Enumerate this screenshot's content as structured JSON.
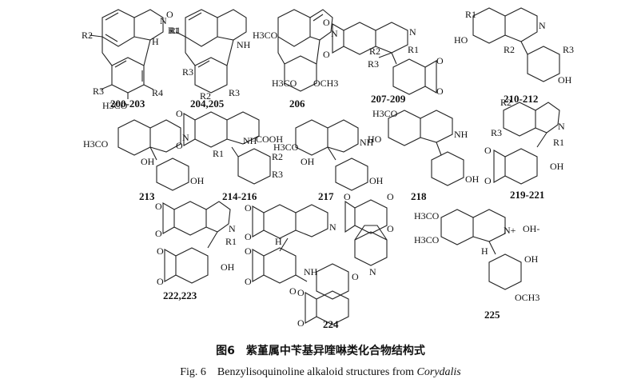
{
  "caption": {
    "cn": "图6　紫堇属中苄基异喹啉类化合物结构式",
    "en_prefix": "Fig. 6　Benzylisoquinoline alkaloid structures from ",
    "en_genus": "Corydalis"
  },
  "compounds": [
    {
      "id": "200-203",
      "labels": [
        "R2",
        "N",
        "O",
        "R1",
        "H",
        "R3",
        "H3CO",
        "R4"
      ]
    },
    {
      "id": "204,205",
      "labels": [
        "R1",
        "NH",
        "R3",
        "R2",
        "R3"
      ]
    },
    {
      "id": "206",
      "labels": [
        "N",
        "H3CO",
        "H3CO",
        "OCH3"
      ]
    },
    {
      "id": "207-209",
      "labels": [
        "O",
        "O",
        "N",
        "R2",
        "R3",
        "R1",
        "O",
        "O"
      ]
    },
    {
      "id": "210-212",
      "labels": [
        "R1",
        "HO",
        "N",
        "R2",
        "R3",
        "OH"
      ]
    },
    {
      "id": "213",
      "labels": [
        "H3CO",
        "OH",
        "N",
        "OH"
      ]
    },
    {
      "id": "214-216",
      "labels": [
        "O",
        "O",
        "R1",
        "NH",
        "COOH",
        "R2",
        "R3"
      ]
    },
    {
      "id": "217",
      "labels": [
        "H3CO",
        "OH",
        "NH",
        "OH"
      ]
    },
    {
      "id": "218",
      "labels": [
        "H3CO",
        "HO",
        "NH",
        "OH"
      ]
    },
    {
      "id": "219-221",
      "labels": [
        "R2",
        "R3",
        "N",
        "R1",
        "O",
        "O",
        "OH"
      ]
    },
    {
      "id": "222,223",
      "labels": [
        "O",
        "O",
        "N",
        "R1",
        "O",
        "O",
        "OH"
      ]
    },
    {
      "id": "224",
      "labels": [
        "O",
        "O",
        "N",
        "H",
        "O",
        "O",
        "O",
        "NH",
        "O",
        "O",
        "O",
        "O",
        "N",
        "O",
        "O"
      ]
    },
    {
      "id": "225",
      "labels": [
        "H3CO",
        "H3CO",
        "N+",
        "OH-",
        "H",
        "OH",
        "OCH3"
      ]
    }
  ]
}
